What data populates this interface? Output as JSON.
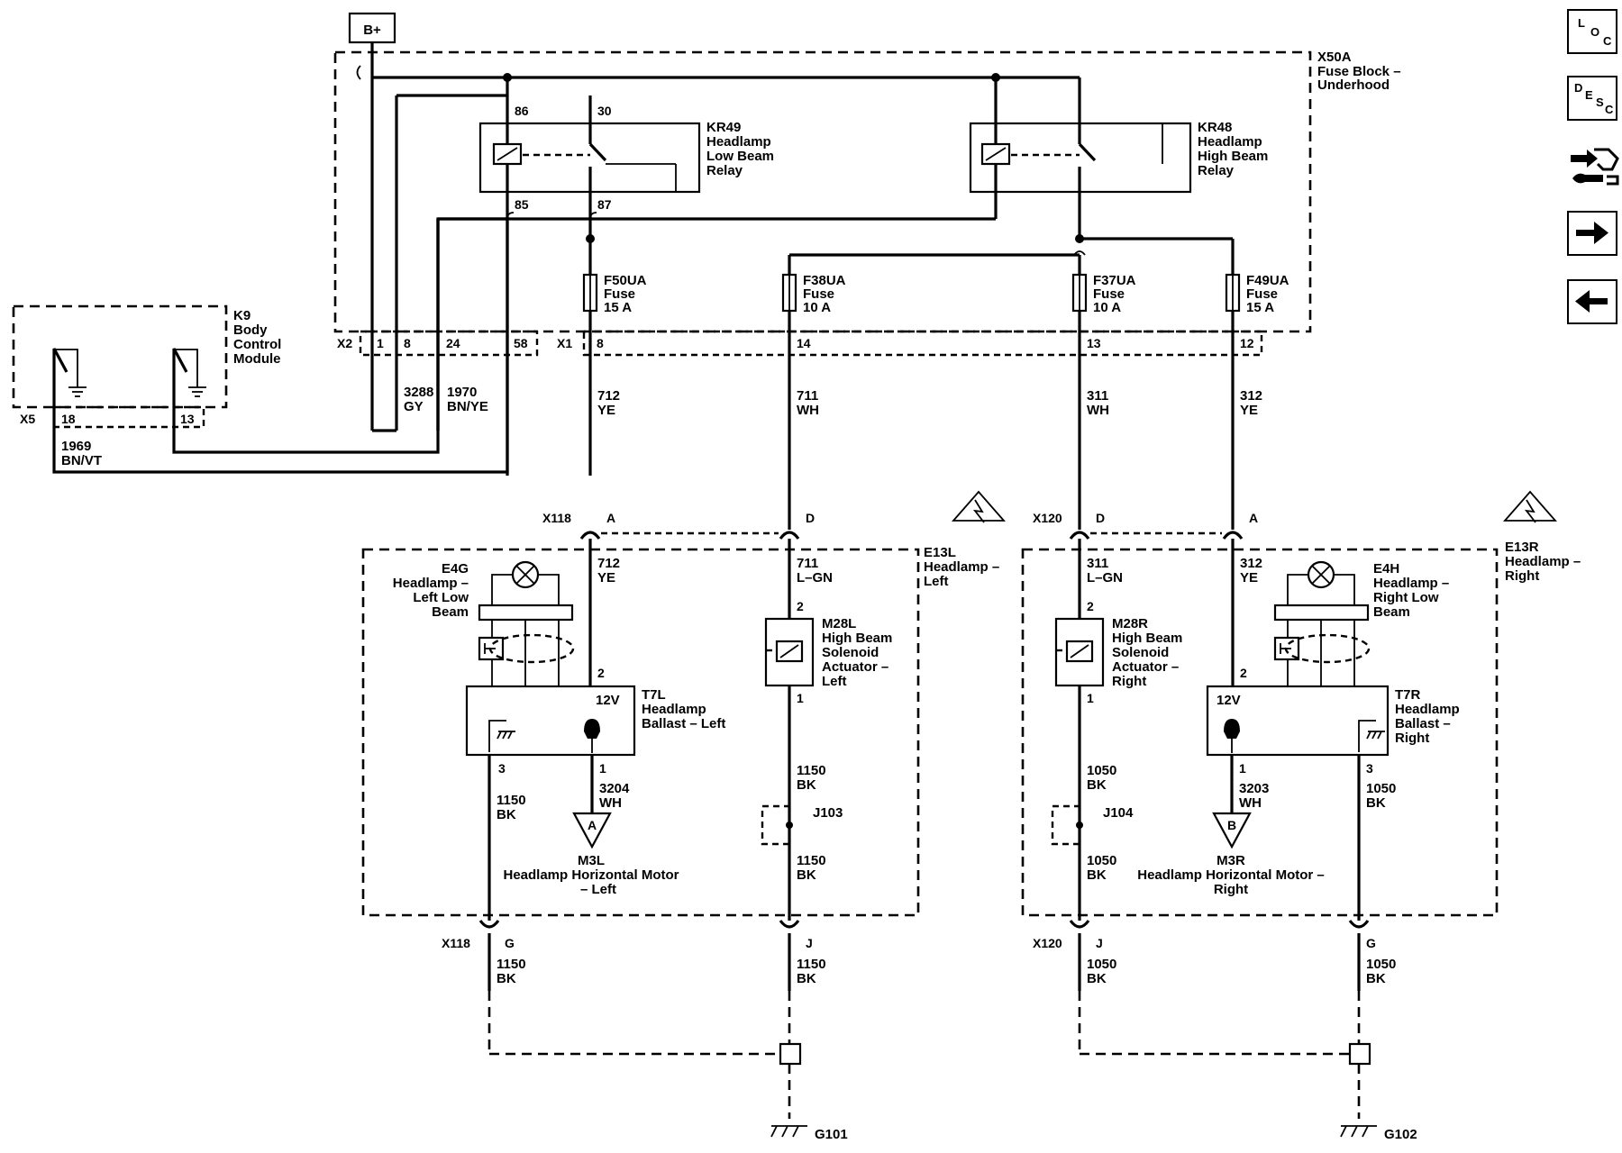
{
  "supply": {
    "label": "B+"
  },
  "fuse_block": {
    "id": "X50A",
    "name_line1": "Fuse Block –",
    "name_line2": "Underhood"
  },
  "relays": [
    {
      "id": "KR49",
      "l1": "Headlamp",
      "l2": "Low Beam",
      "l3": "Relay",
      "pins": [
        "86",
        "30",
        "85",
        "87"
      ]
    },
    {
      "id": "KR48",
      "l1": "Headlamp",
      "l2": "High Beam",
      "l3": "Relay"
    }
  ],
  "fuses": [
    {
      "id": "F50UA",
      "type": "Fuse",
      "rating": "15 A"
    },
    {
      "id": "F38UA",
      "type": "Fuse",
      "rating": "10 A"
    },
    {
      "id": "F37UA",
      "type": "Fuse",
      "rating": "10 A"
    },
    {
      "id": "F49UA",
      "type": "Fuse",
      "rating": "15 A"
    }
  ],
  "bcm": {
    "id": "K9",
    "l1": "Body",
    "l2": "Control",
    "l3": "Module",
    "connector": "X5",
    "pins": [
      "18",
      "13"
    ]
  },
  "connectors": {
    "x2": {
      "id": "X2",
      "pins": [
        "1",
        "8",
        "24",
        "58"
      ]
    },
    "x1": {
      "id": "X1",
      "pins": [
        "8",
        "14",
        "13",
        "12"
      ]
    },
    "x118": "X118",
    "x120": "X120",
    "x118_top_pins": [
      "A",
      "D"
    ],
    "x120_top_pins": [
      "D",
      "A"
    ],
    "x118_bot_pins": [
      "G",
      "J"
    ],
    "x120_bot_pins": [
      "J",
      "G"
    ]
  },
  "wires": {
    "w3288": {
      "circuit": "3288",
      "color": "GY"
    },
    "w1970": {
      "circuit": "1970",
      "color": "BN/YE"
    },
    "w1969": {
      "circuit": "1969",
      "color": "BN/VT"
    },
    "w712": {
      "circuit": "712",
      "color": "YE"
    },
    "w711": {
      "circuit": "711",
      "color": "WH"
    },
    "w311": {
      "circuit": "311",
      "color": "WH"
    },
    "w312": {
      "circuit": "312",
      "color": "YE"
    },
    "w712b": {
      "circuit": "712",
      "color": "YE"
    },
    "w711b": {
      "circuit": "711",
      "color": "L–GN"
    },
    "w311b": {
      "circuit": "311",
      "color": "L–GN"
    },
    "w312b": {
      "circuit": "312",
      "color": "YE"
    },
    "w1150a": {
      "circuit": "1150",
      "color": "BK"
    },
    "w1150b": {
      "circuit": "1150",
      "color": "BK"
    },
    "w1150c": {
      "circuit": "1150",
      "color": "BK"
    },
    "w1150d": {
      "circuit": "1150",
      "color": "BK"
    },
    "w1150e": {
      "circuit": "1150",
      "color": "BK"
    },
    "w1050a": {
      "circuit": "1050",
      "color": "BK"
    },
    "w1050b": {
      "circuit": "1050",
      "color": "BK"
    },
    "w1050c": {
      "circuit": "1050",
      "color": "BK"
    },
    "w1050d": {
      "circuit": "1050",
      "color": "BK"
    },
    "w1050e": {
      "circuit": "1050",
      "color": "BK"
    },
    "w3204": {
      "circuit": "3204",
      "color": "WH"
    },
    "w3203": {
      "circuit": "3203",
      "color": "WH"
    }
  },
  "left_assembly": {
    "id": "E13L",
    "l1": "Headlamp –",
    "l2": "Left",
    "lamp": {
      "id": "E4G",
      "l1": "Headlamp –",
      "l2": "Left Low",
      "l3": "Beam"
    },
    "ballast": {
      "id": "T7L",
      "l1": "Headlamp",
      "l2": "Ballast – Left",
      "voltage": "12V",
      "pins": [
        "2",
        "3",
        "1"
      ]
    },
    "solenoid": {
      "id": "M28L",
      "l1": "High Beam",
      "l2": "Solenoid",
      "l3": "Actuator –",
      "l4": "Left",
      "pins": [
        "2",
        "1"
      ]
    },
    "splice": "J103",
    "motor": {
      "ref": "A",
      "id": "M3L",
      "l1": "Headlamp Horizontal Motor",
      "l2": "– Left"
    }
  },
  "right_assembly": {
    "id": "E13R",
    "l1": "Headlamp –",
    "l2": "Right",
    "lamp": {
      "id": "E4H",
      "l1": "Headlamp –",
      "l2": "Right Low",
      "l3": "Beam"
    },
    "ballast": {
      "id": "T7R",
      "l1": "Headlamp",
      "l2": "Ballast –",
      "l3": "Right",
      "voltage": "12V",
      "pins": [
        "2",
        "1",
        "3"
      ]
    },
    "solenoid": {
      "id": "M28R",
      "l1": "High Beam",
      "l2": "Solenoid",
      "l3": "Actuator –",
      "l4": "Right",
      "pins": [
        "2",
        "1"
      ]
    },
    "splice": "J104",
    "motor": {
      "ref": "B",
      "id": "M3R",
      "l1": "Headlamp Horizontal Motor –",
      "l2": "Right"
    }
  },
  "grounds": [
    "G101",
    "G102"
  ],
  "nav": {
    "loc": [
      "L",
      "O",
      "C"
    ],
    "desc": [
      "D",
      "E",
      "S",
      "C"
    ],
    "icons": [
      "connector-info-icon",
      "forward-arrow-icon",
      "back-arrow-icon"
    ]
  }
}
